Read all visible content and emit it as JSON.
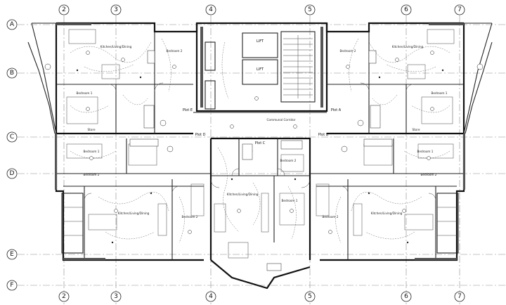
{
  "grid": {
    "columns": [
      {
        "id": "c2",
        "label": "2"
      },
      {
        "id": "c3",
        "label": "3"
      },
      {
        "id": "c4",
        "label": "4"
      },
      {
        "id": "c5",
        "label": "5"
      },
      {
        "id": "c6",
        "label": "6"
      },
      {
        "id": "c7",
        "label": "7"
      }
    ],
    "rows": [
      {
        "id": "rA",
        "label": "A"
      },
      {
        "id": "rB",
        "label": "B"
      },
      {
        "id": "rC",
        "label": "C"
      },
      {
        "id": "rD",
        "label": "D"
      },
      {
        "id": "rE",
        "label": "E"
      },
      {
        "id": "rF",
        "label": "F"
      }
    ]
  },
  "core": {
    "lift_1": "LIFT",
    "lift_2": "LIFT",
    "corridor": "Communal Corridor"
  },
  "plots": {
    "a": "Plot A",
    "b": "Plot B",
    "c": "Plot C",
    "d": "Plot D",
    "e": "Plot E"
  },
  "rooms": {
    "bed1_tl": "Bedroom 1",
    "bed2_tl": "Bedroom 2",
    "kit_tl": "Kitchen/Living/Dining",
    "bed1_tr": "Bedroom 1",
    "bed2_tr": "Bedroom 2",
    "kit_tr": "Kitchen/Living/Dining",
    "bed1_ml": "Bedroom 1",
    "bed2_ml": "Bedroom 2",
    "bed1_mr": "Bedroom 1",
    "bed2_mr": "Bedroom 2",
    "kit_bl": "Kitchen/Living/Dining",
    "kit_br": "Kitchen/Living/Dining",
    "bed1_c": "Bedroom 1",
    "bed2_c": "Bedroom 2",
    "kit_c": "Kitchen/Living/Dining",
    "store_tl": "Store",
    "store_tr": "Store"
  }
}
